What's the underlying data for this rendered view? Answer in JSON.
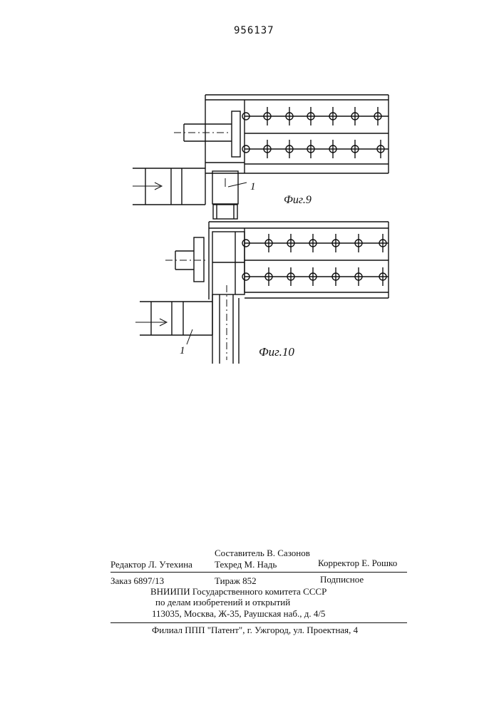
{
  "patent_number": "956137",
  "figures": {
    "fig9": {
      "caption": "Фиг.9",
      "callout": "1"
    },
    "fig10": {
      "caption": "Фиг.10",
      "callout": "1"
    }
  },
  "footer": {
    "compiler": "Составитель В. Сазонов",
    "editor": "Редактор Л. Утехина",
    "techred": "Техред М. Надь",
    "corrector": "Корректор Е. Рошко",
    "order": "Заказ 6897/13",
    "circulation": "Тираж 852",
    "subscription": "Подписное",
    "org_line1": "ВНИИПИ Государственного комитета СССР",
    "org_line2": "по делам изобретений и открытий",
    "org_address": "113035, Москва, Ж-35, Раушская наб., д. 4/5",
    "branch": "Филиал ППП \"Патент\", г. Ужгород, ул. Проектная, 4"
  },
  "colors": {
    "ink": "#111111",
    "paper": "#ffffff"
  }
}
